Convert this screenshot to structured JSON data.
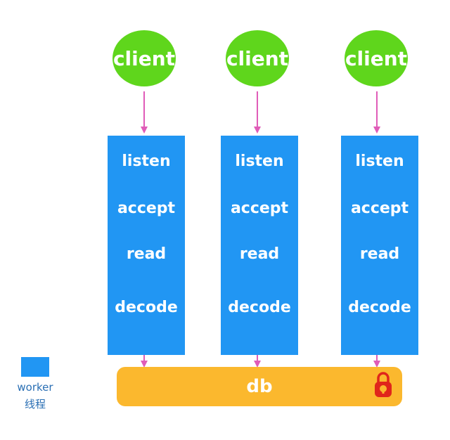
{
  "clients": [
    {
      "label": "client"
    },
    {
      "label": "client"
    },
    {
      "label": "client"
    }
  ],
  "workers": [
    {
      "steps": [
        "listen",
        "accept",
        "read",
        "decode"
      ]
    },
    {
      "steps": [
        "listen",
        "accept",
        "read",
        "decode"
      ]
    },
    {
      "steps": [
        "listen",
        "accept",
        "read",
        "decode"
      ]
    }
  ],
  "db": {
    "label": "db"
  },
  "legend": {
    "line1": "worker",
    "line2": "线程"
  },
  "colors": {
    "client": "#5fd61c",
    "worker": "#2196f3",
    "db": "#fbb82e",
    "arrow": "#e05cb8",
    "lock": "#e0261b"
  }
}
